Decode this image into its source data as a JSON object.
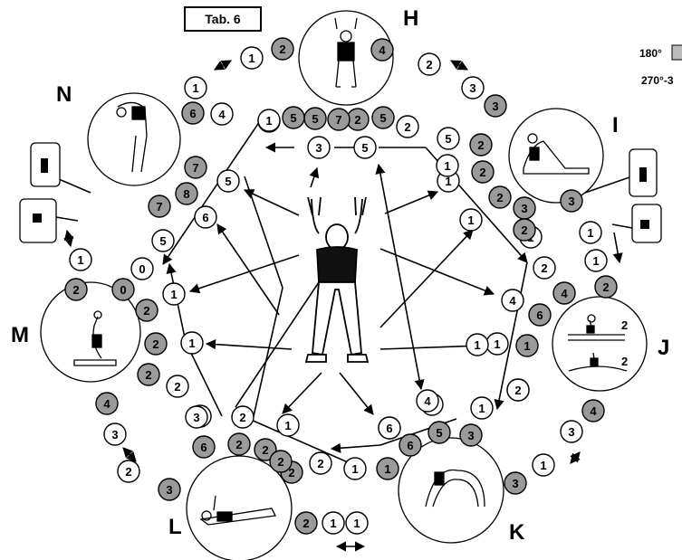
{
  "title": "Tab. 6",
  "side_notes": [
    "180°",
    "270°-3"
  ],
  "stations": [
    "H",
    "I",
    "J",
    "K",
    "L",
    "M",
    "N"
  ],
  "center_figure": "standing-arms-up",
  "inset_numbers": [
    "2",
    "2"
  ],
  "station_poses": {
    "H": "standing-arms-up",
    "I": "backbend-on-floor",
    "J": "split",
    "K": "bridge",
    "L": "lying-prone",
    "M": "sitting-arch",
    "N": "bending-forward"
  },
  "inner_ring": [
    "3",
    "5",
    "1",
    "1",
    "4",
    "1",
    "4",
    "5",
    "1",
    "2",
    "1",
    "1",
    "5",
    "6"
  ],
  "outer_ring_white": [
    "1",
    "2",
    "1",
    "3",
    "2",
    "5",
    "1",
    "1",
    "1",
    "1",
    "1",
    "1",
    "2",
    "2",
    "1",
    "2",
    "3",
    "2",
    "3",
    "1",
    "2",
    "3",
    "4",
    "6",
    "1",
    "1",
    "1",
    "1",
    "0",
    "5",
    "4",
    "1",
    "3",
    "2"
  ],
  "outer_ring_grey": [
    "2",
    "4",
    "3",
    "5",
    "2",
    "2",
    "2",
    "2",
    "3",
    "2",
    "3",
    "6",
    "2",
    "4",
    "4",
    "5",
    "3",
    "6",
    "2",
    "3",
    "6",
    "2",
    "2",
    "2",
    "2",
    "1",
    "2",
    "0",
    "2",
    "2",
    "4",
    "3",
    "7",
    "8",
    "7",
    "6",
    "2",
    "1",
    "5",
    "7",
    "5"
  ],
  "colors": {
    "grey_node": "#9a9a9a",
    "white_node": "#ffffff",
    "stroke": "#000000"
  }
}
